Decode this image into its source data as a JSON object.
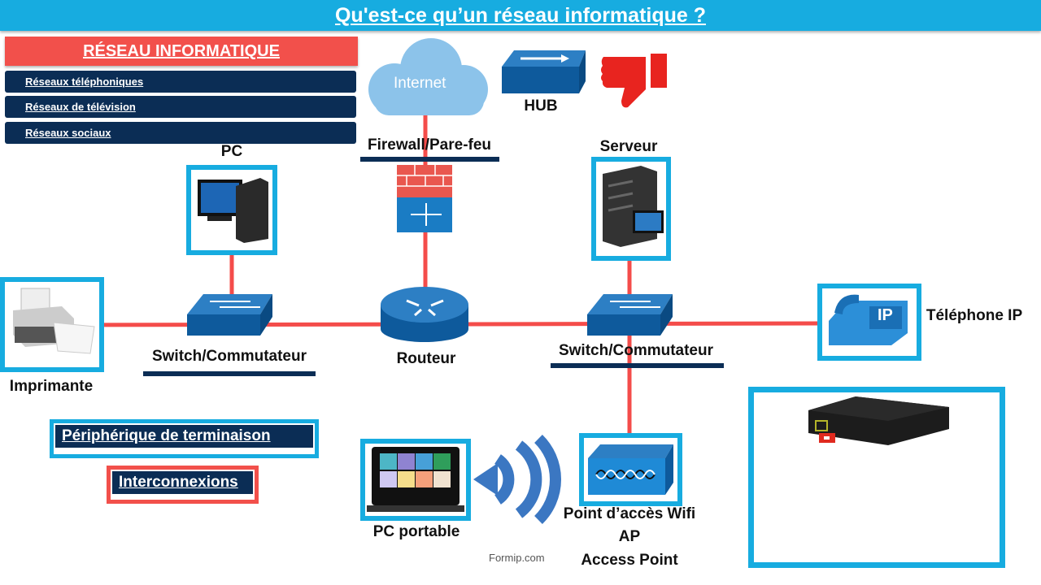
{
  "title": "Qu'est-ce qu’un réseau informatique ?",
  "menu": {
    "header": "RÉSEAU INFORMATIQUE",
    "items": [
      "Réseaux téléphoniques",
      "Réseaux de télévision",
      "Réseaux sociaux"
    ]
  },
  "nodes": {
    "internet": "Internet",
    "hub": "HUB",
    "firewall": "Firewall/Pare-feu",
    "pc": "PC",
    "server": "Serveur",
    "printer": "Imprimante",
    "switch_left": "Switch/Commutateur",
    "router": "Routeur",
    "switch_right": "Switch/Commutateur",
    "ip_phone": "Téléphone IP",
    "ip_badge": "IP",
    "laptop": "PC portable",
    "ap": [
      "Point d’accès Wifi",
      "AP",
      "Access Point"
    ]
  },
  "legend": {
    "end_devices": "Périphérique de terminaison",
    "interconnections": "Interconnexions"
  },
  "watermark": "Formip.com",
  "colors": {
    "cyan": "#17ace0",
    "red": "#f2504b",
    "navy": "#0b2d55",
    "device_blue": "#0e5a9c",
    "link": "#f44c4a"
  }
}
